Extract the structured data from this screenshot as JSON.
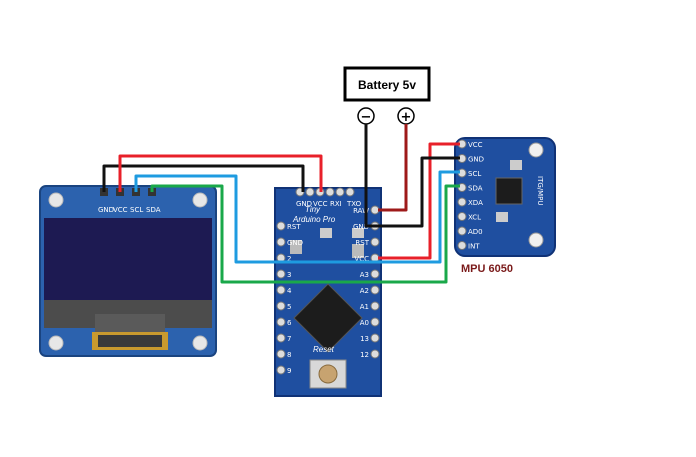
{
  "battery": {
    "label": "Battery 5v",
    "neg_symbol": "−",
    "pos_symbol": "+"
  },
  "oled": {
    "pins": [
      "GND",
      "VCC",
      "SCL",
      "SDA"
    ]
  },
  "arduino": {
    "title_line1": "Tiny",
    "title_line2": "Arduino Pro",
    "reset_label": "Reset",
    "top_pins": [
      "GND",
      "VCC",
      "RXI",
      "TXO"
    ],
    "side_pins_left": [
      "RST",
      "GND",
      "2",
      "3",
      "4",
      "5",
      "6",
      "7",
      "8",
      "9"
    ],
    "side_pins_right": [
      "RAW",
      "GND",
      "RST",
      "VCC",
      "A3",
      "A2",
      "A1",
      "A0",
      "13",
      "12"
    ]
  },
  "mpu": {
    "title": "MPU 6050",
    "pins": [
      "VCC",
      "GND",
      "SCL",
      "SDA",
      "XDA",
      "XCL",
      "AD0",
      "INT"
    ],
    "chip_label": "ITG/MPU"
  },
  "colors": {
    "red_wire": "#e8202a",
    "black_wire": "#111111",
    "blue_wire": "#1e9be0",
    "green_wire": "#1aa84a",
    "darkred_wire": "#9e1a1a",
    "board_blue": "#1f4fa0",
    "mpu_title": "#7a1a1a"
  }
}
